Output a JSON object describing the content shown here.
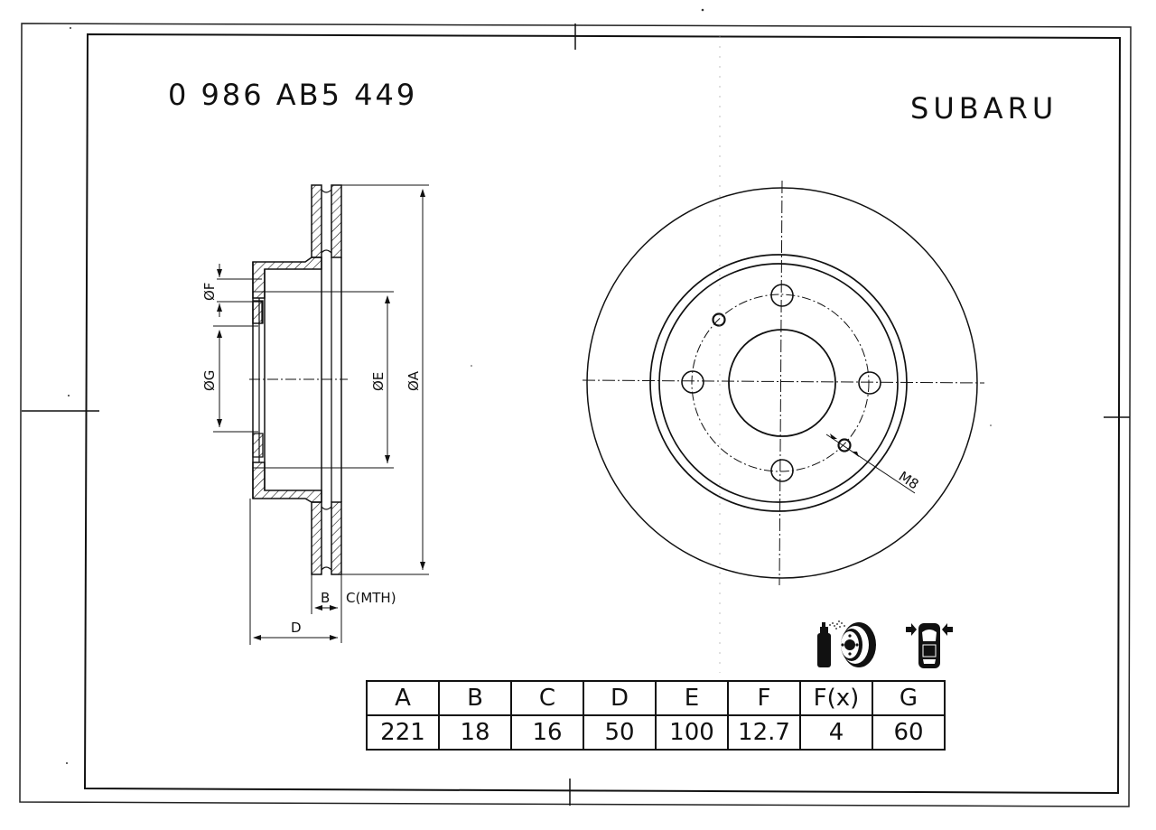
{
  "header": {
    "part_number": "0 986 AB5 449",
    "brand": "SUBARU"
  },
  "side_view": {
    "labels": {
      "dia_F": "ØF",
      "dia_G": "ØG",
      "dia_E": "ØE",
      "dia_A": "ØA",
      "B": "B",
      "C": "C(MTH)",
      "D": "D"
    }
  },
  "front_view": {
    "bolt_holes": 4,
    "thread_label": "M8"
  },
  "icons": [
    {
      "name": "brake-cleaner-spray-disc-icon"
    },
    {
      "name": "axle-position-car-icon"
    }
  ],
  "dimension_table": {
    "headers": [
      "A",
      "B",
      "C",
      "D",
      "E",
      "F",
      "F(x)",
      "G"
    ],
    "values": [
      "221",
      "18",
      "16",
      "50",
      "100",
      "12.7",
      "4",
      "60"
    ]
  },
  "colors": {
    "line": "#111111",
    "background": "#ffffff"
  }
}
